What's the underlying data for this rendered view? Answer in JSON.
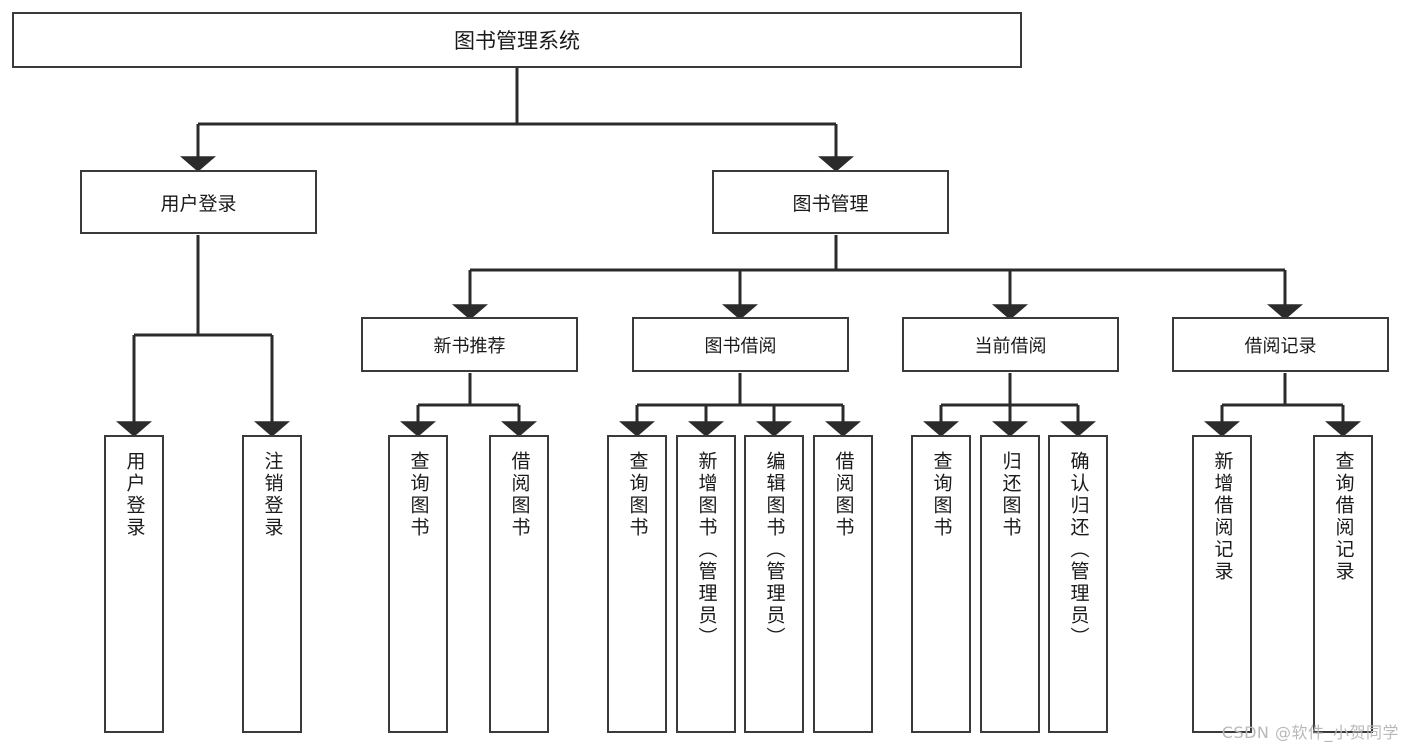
{
  "diagram": {
    "title": "图书管理系统",
    "watermark": "CSDN @软件_小贺同学",
    "colors": {
      "border": "#3a3a3a",
      "background": "#ffffff",
      "text": "#1a1a1a",
      "connector": "#2b2b2b",
      "watermark": "#b9b9b9"
    }
  },
  "root": {
    "label": "图书管理系统"
  },
  "level1": [
    {
      "label": "用户登录"
    },
    {
      "label": "图书管理"
    }
  ],
  "level2": [
    {
      "label": "新书推荐"
    },
    {
      "label": "图书借阅"
    },
    {
      "label": "当前借阅"
    },
    {
      "label": "借阅记录"
    }
  ],
  "leaves": {
    "user_login": [
      {
        "label": "用户登录"
      },
      {
        "label": "注销登录"
      }
    ],
    "new_book": [
      {
        "label": "查询图书"
      },
      {
        "label": "借阅图书"
      }
    ],
    "book_borrow": [
      {
        "label": "查询图书"
      },
      {
        "label": "新增图书（管理员）"
      },
      {
        "label": "编辑图书（管理员）"
      },
      {
        "label": "借阅图书"
      }
    ],
    "current_borrow": [
      {
        "label": "查询图书"
      },
      {
        "label": "归还图书"
      },
      {
        "label": "确认归还（管理员）"
      }
    ],
    "borrow_record": [
      {
        "label": "新增借阅记录"
      },
      {
        "label": "查询借阅记录"
      }
    ]
  }
}
